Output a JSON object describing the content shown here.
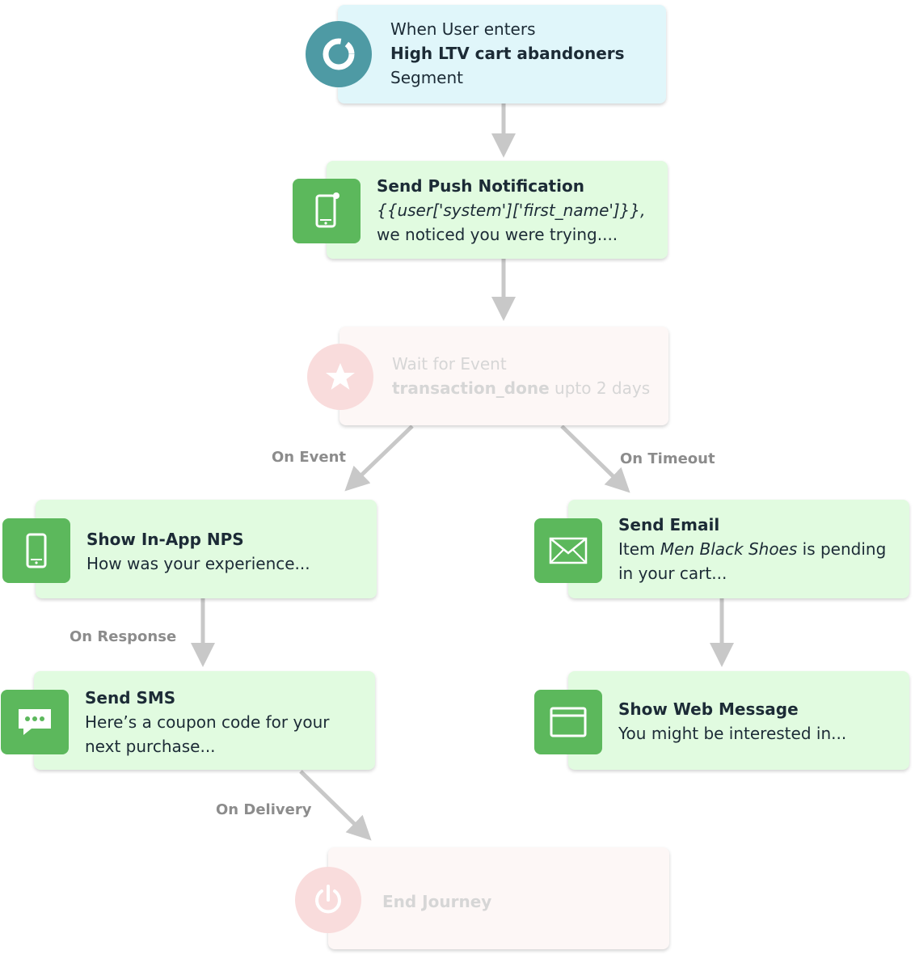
{
  "nodes": {
    "trigger": {
      "line1": "When User enters",
      "line2": "High LTV cart abandoners",
      "line3": "Segment",
      "icon": "segment-ring-icon",
      "color": "#4e9aa4"
    },
    "push": {
      "title": "Send Push Notification",
      "line2": "{{user['system']['first_name']}},",
      "line3": "we noticed you were trying....",
      "icon": "mobile-notification-icon"
    },
    "wait": {
      "line1": "Wait for Event",
      "event": "transaction_done",
      "suffix": "upto 2 days",
      "icon": "star-icon"
    },
    "inapp": {
      "title": "Show In-App NPS",
      "line2": "How was your experience...",
      "icon": "mobile-phone-icon"
    },
    "email": {
      "title": "Send Email",
      "line2_a": "Item",
      "line2_b": "Men Black Shoes",
      "line2_c": "is pending",
      "line3": "in your cart...",
      "icon": "envelope-icon"
    },
    "sms": {
      "title": "Send SMS",
      "line2": "Here’s a coupon code for your",
      "line3": "next purchase...",
      "icon": "chat-bubble-icon"
    },
    "web": {
      "title": "Show Web Message",
      "line2": "You might be interested in...",
      "icon": "browser-window-icon"
    },
    "end": {
      "title": "End Journey",
      "icon": "power-icon"
    }
  },
  "edges": {
    "on_event": "On Event",
    "on_timeout": "On Timeout",
    "on_response": "On Response",
    "on_delivery": "On Delivery"
  },
  "colors": {
    "action_green": "#5cb85c",
    "action_bg": "#e1fbe0",
    "trigger_bg": "#e0f6fa",
    "faded_bg": "#fdf7f6",
    "faded_icon": "#f9dcdc",
    "connector": "#c8c8c8"
  }
}
